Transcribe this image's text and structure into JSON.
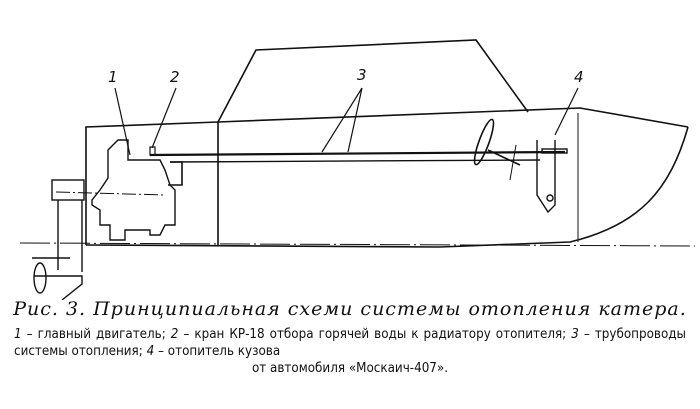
{
  "figure": {
    "callouts": [
      "1",
      "2",
      "3",
      "4"
    ],
    "title": "Рис. 3. Принципиальная схеми системы отопления катера.",
    "legend": [
      {
        "num": "1",
        "text": " – главный двигатель; "
      },
      {
        "num": "2",
        "text": " – кран КР-18 отбора горячей воды к радиатору отопителя; "
      },
      {
        "num": "3",
        "text": " – трубопроводы системы отопления; "
      },
      {
        "num": "4",
        "text": " – отопитель кузова"
      }
    ],
    "legend_tail": "от автомобиля «Москаич-407»."
  }
}
